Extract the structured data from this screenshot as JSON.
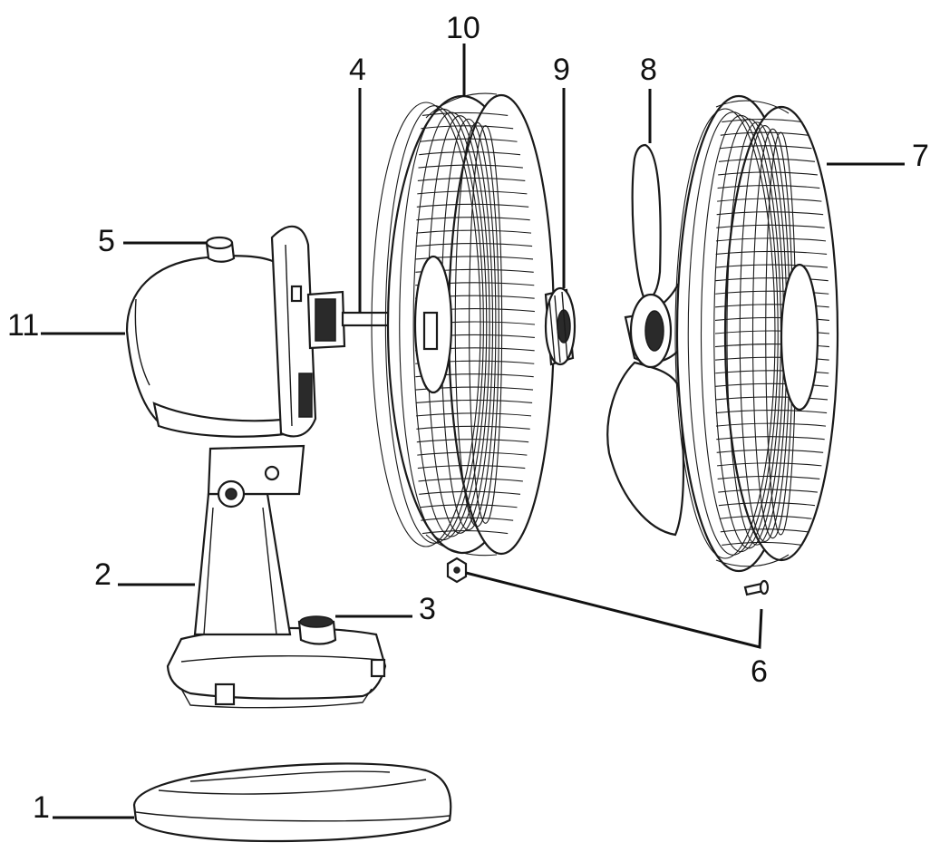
{
  "diagram": {
    "parts": [
      {
        "id": "base-plate",
        "callout": "1"
      },
      {
        "id": "stand-column",
        "callout": "2"
      },
      {
        "id": "base-switch",
        "callout": "3"
      },
      {
        "id": "motor-shaft",
        "callout": "4"
      },
      {
        "id": "oscillation-knob",
        "callout": "5"
      },
      {
        "id": "nut-and-screw",
        "callout": "6"
      },
      {
        "id": "front-grille",
        "callout": "7"
      },
      {
        "id": "fan-blade",
        "callout": "8"
      },
      {
        "id": "grille-nut",
        "callout": "9"
      },
      {
        "id": "rear-grille",
        "callout": "10"
      },
      {
        "id": "motor-housing",
        "callout": "11"
      }
    ],
    "colors": {
      "ink": "#111111",
      "paper": "#ffffff"
    }
  }
}
